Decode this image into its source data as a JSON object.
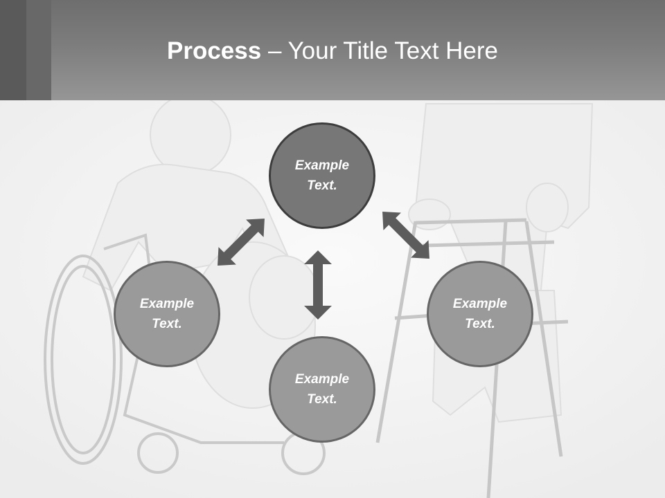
{
  "slide": {
    "title_bold": "Process",
    "title_rest": " – Your Title Text Here"
  },
  "circles": {
    "top": {
      "line1": "Example",
      "line2": "Text."
    },
    "left": {
      "line1": "Example",
      "line2": "Text."
    },
    "right": {
      "line1": "Example",
      "line2": "Text."
    },
    "bottom": {
      "line1": "Example",
      "line2": "Text."
    }
  },
  "colors": {
    "header": "#7d7d7d",
    "circle_dark": "#777777",
    "circle_light": "#9a9a9a",
    "arrow": "#5c5c5c"
  }
}
